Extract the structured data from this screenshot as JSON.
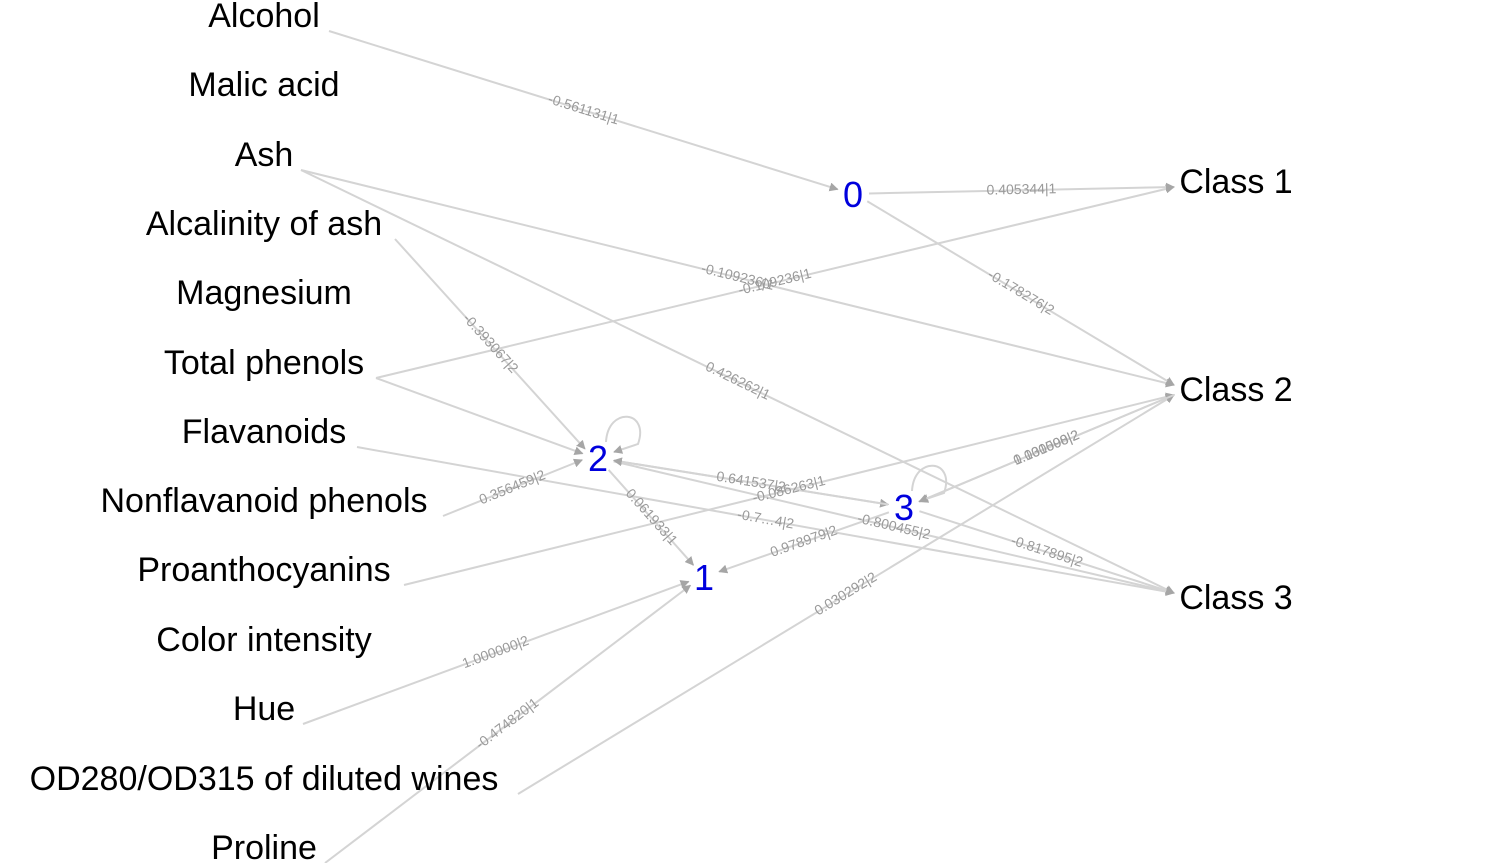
{
  "colors": {
    "edge": "#d4d4d4",
    "arrow": "#a6a6a6",
    "edge_label": "#9a9a9a",
    "hidden_node": "#0000dd",
    "text": "#000000"
  },
  "inputs": [
    "Alcohol",
    "Malic acid",
    "Ash",
    "Alcalinity of ash",
    "Magnesium",
    "Total phenols",
    "Flavanoids",
    "Nonflavanoid phenols",
    "Proanthocyanins",
    "Color intensity",
    "Hue",
    "OD280/OD315 of diluted wines",
    "Proline"
  ],
  "hidden": [
    "0",
    "1",
    "2",
    "3"
  ],
  "outputs": [
    "Class 1",
    "Class 2",
    "Class 3"
  ],
  "edges": [
    {
      "from": "Alcohol",
      "to": "0",
      "label": "-0.561131|1"
    },
    {
      "from": "Ash",
      "to": "Class 2",
      "label": "-0.109236|1"
    },
    {
      "from": "Ash",
      "to": "Class 3",
      "label": "0.426262|1"
    },
    {
      "from": "Alcalinity of ash",
      "to": "2",
      "label": "-0.393067|2"
    },
    {
      "from": "Total phenols",
      "to": "Class 1",
      "label": "-0.109236|1"
    },
    {
      "from": "Total phenols",
      "to": "2",
      "label": ""
    },
    {
      "from": "Flavanoids",
      "to": "Class 3",
      "label": "-0.7…4|2"
    },
    {
      "from": "Nonflavanoid phenols",
      "to": "2",
      "label": "0.356459|2"
    },
    {
      "from": "Proanthocyanins",
      "to": "Class 2",
      "label": "-0.086263|1"
    },
    {
      "from": "Hue",
      "to": "1",
      "label": "1.000000|2"
    },
    {
      "from": "OD280/OD315 of diluted wines",
      "to": "Class 2",
      "label": "0.030292|2"
    },
    {
      "from": "Proline",
      "to": "1",
      "label": "-0.474820|1"
    },
    {
      "from": "0",
      "to": "Class 1",
      "label": "0.405344|1"
    },
    {
      "from": "0",
      "to": "Class 2",
      "label": "-0.178276|2"
    },
    {
      "from": "2",
      "to": "2",
      "label": ""
    },
    {
      "from": "2",
      "to": "1",
      "label": "0.061933|1"
    },
    {
      "from": "2",
      "to": "3",
      "label": "0.641537|2"
    },
    {
      "from": "2",
      "to": "Class 3",
      "label": "-0.800455|2"
    },
    {
      "from": "3",
      "to": "3",
      "label": ""
    },
    {
      "from": "3",
      "to": "1",
      "label": "0.978979|2"
    },
    {
      "from": "3",
      "to": "Class 2",
      "label": "0.131598|2"
    },
    {
      "from": "3",
      "to": "2",
      "label": ""
    },
    {
      "from": "3",
      "to": "Class 3",
      "label": "-0.817895|2"
    },
    {
      "from": "Class 2",
      "to": "3",
      "label": "1.000000|2"
    }
  ]
}
